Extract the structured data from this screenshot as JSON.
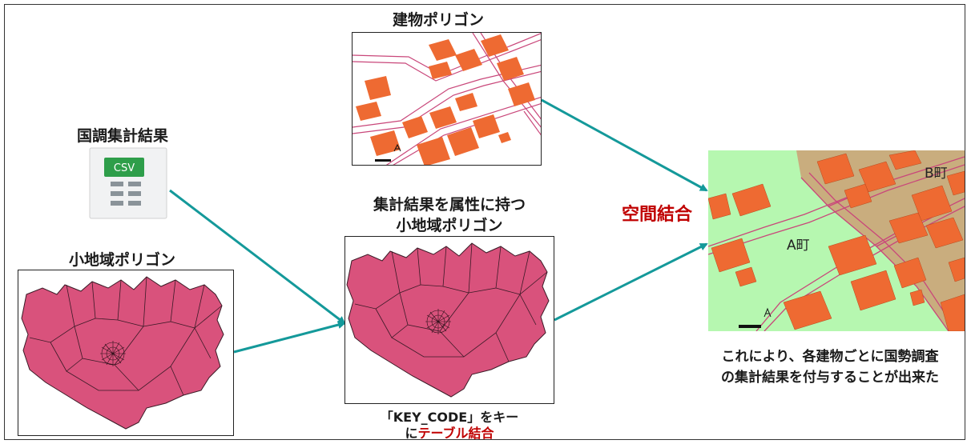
{
  "labels": {
    "building_polygon": "建物ポリゴン",
    "census_results": "国調集計結果",
    "csv_badge": "CSV",
    "small_area_polygon": "小地域ポリゴン",
    "joined_polygon_line1": "集計結果を属性に持つ",
    "joined_polygon_line2": "小地域ポリゴン",
    "spatial_join": "空間結合",
    "table_join_line1": "「KEY_CODE」をキー",
    "table_join_prefix": "に",
    "table_join_highlight": "テーブル結合",
    "result_line1": "これにより、各建物ごとに国勢調査",
    "result_line2": "の集計結果を付与することが出来た",
    "town_a": "A町",
    "town_b": "B町"
  },
  "colors": {
    "arrow": "#14999a",
    "highlight_red": "#c00000",
    "building_orange": "#ee6a32",
    "small_area_pink": "#d9527c",
    "area_a_green": "#b6f7b0",
    "area_b_tan": "#c9ad7e",
    "csv_green": "#2e9e4a"
  }
}
